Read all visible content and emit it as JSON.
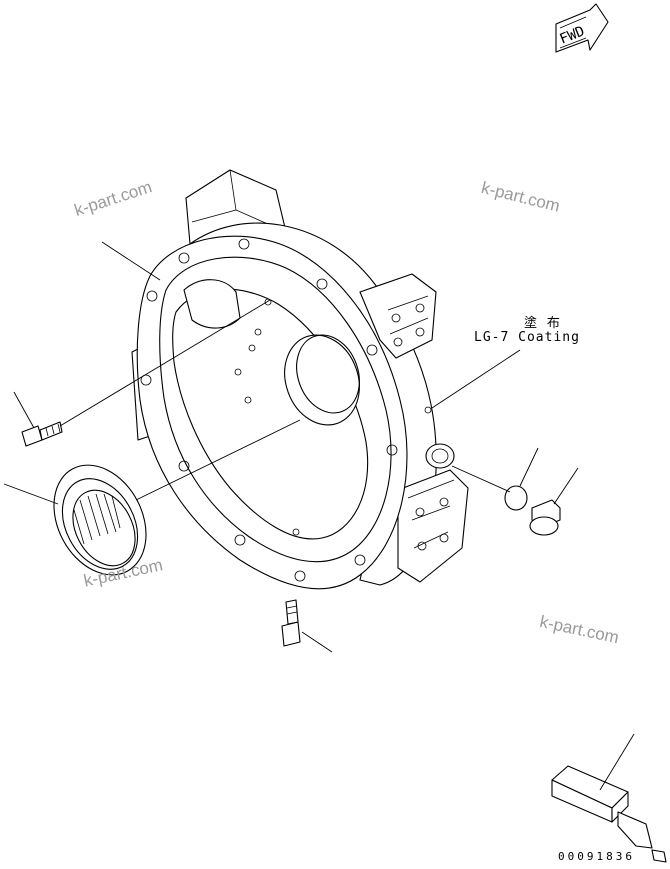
{
  "fwd_arrow": {
    "label": "FWD",
    "icon": "forward-arrow-icon"
  },
  "coating_note": {
    "japanese": "塗 布",
    "english": "LG-7 Coating"
  },
  "watermarks": [
    "k-part.com",
    "k-part.com",
    "k-part.com",
    "k-part.com"
  ],
  "drawing_number": "00091836",
  "colors": {
    "line": "#000000",
    "watermark": "#9a9a9a",
    "background": "#ffffff"
  }
}
